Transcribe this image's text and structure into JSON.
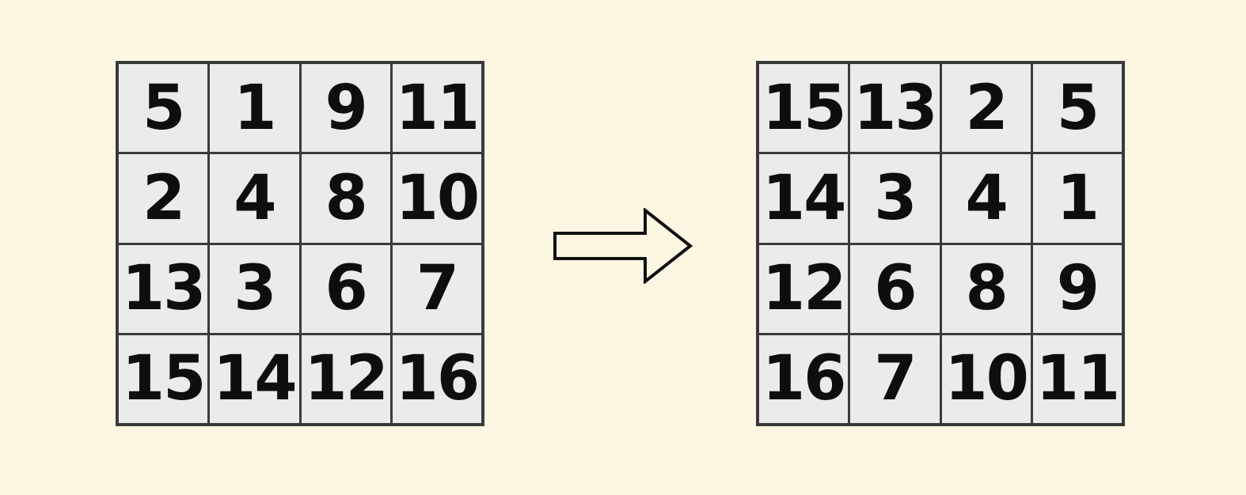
{
  "diagram": {
    "description": "before-after transformation of a 4x4 number grid",
    "colors": {
      "background": "#FDF6E3",
      "cell_fill": "#EBEBEB",
      "grid_border": "#3A3A3A",
      "number_text": "#0E0E0E",
      "arrow_outline": "#111111"
    },
    "left_grid": {
      "rows": [
        [
          "5",
          "1",
          "9",
          "11"
        ],
        [
          "2",
          "4",
          "8",
          "10"
        ],
        [
          "13",
          "3",
          "6",
          "7"
        ],
        [
          "15",
          "14",
          "12",
          "16"
        ]
      ]
    },
    "arrow": {
      "icon": "arrow-right",
      "direction": "right"
    },
    "right_grid": {
      "rows": [
        [
          "15",
          "13",
          "2",
          "5"
        ],
        [
          "14",
          "3",
          "4",
          "1"
        ],
        [
          "12",
          "6",
          "8",
          "9"
        ],
        [
          "16",
          "7",
          "10",
          "11"
        ]
      ]
    }
  }
}
